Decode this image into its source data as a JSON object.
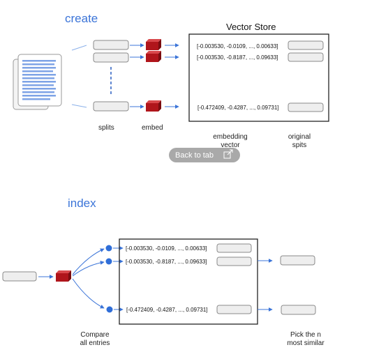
{
  "create": {
    "heading": "create",
    "vector_store_title": "Vector Store",
    "vectors": [
      "[-0.003530, -0.0109, ..., 0.00633]",
      "[-0.003530, -0.8187, ..., 0.09633]",
      "[-0.472409, -0.4287, ..., 0.09731]"
    ],
    "label_splits": "splits",
    "label_embed": "embed",
    "label_embedding_line1": "embedding",
    "label_embedding_line2": "vector",
    "label_original_line1": "original",
    "label_original_line2": "spits"
  },
  "overlay": {
    "back_to_tab": "Back to tab"
  },
  "index": {
    "heading": "index",
    "vectors": [
      "[-0.003530, -0.0109, ..., 0.00633]",
      "[-0.003530, -0.8187, ..., 0.09633]",
      "[-0.472409, -0.4287, ..., 0.09731]"
    ],
    "label_compare_line1": "Compare",
    "label_compare_line2": "all entries",
    "label_pick_line1": "Pick the n",
    "label_pick_line2": "most similar"
  },
  "colors": {
    "accent": "#3b74d8",
    "cube": "#b0151b"
  }
}
